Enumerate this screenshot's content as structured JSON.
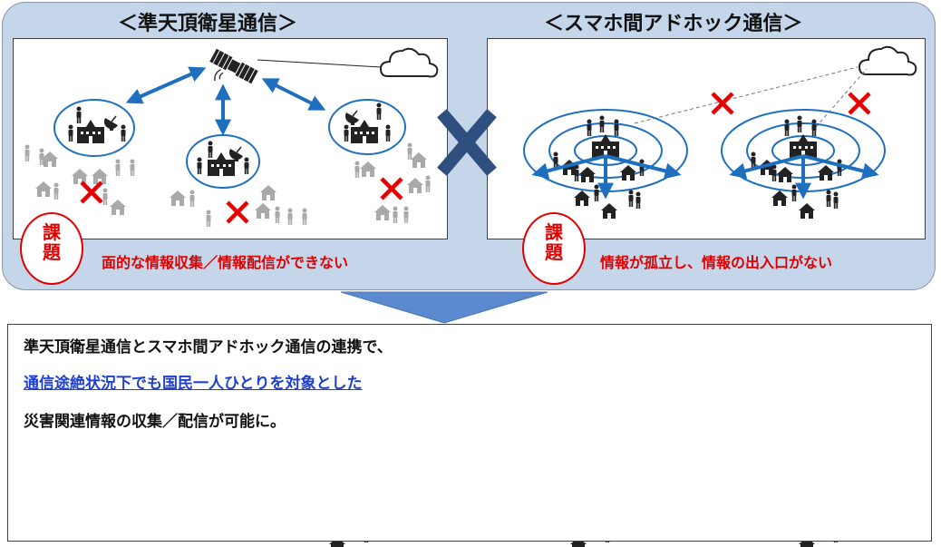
{
  "top": {
    "left_title": "＜準天頂衛星通信＞",
    "right_title": "＜スマホ間アドホック通信＞",
    "badge": "課題",
    "left_issue": "面的な情報収集／情報配信ができない",
    "right_issue": "情報が孤立し、情報の出入口がない"
  },
  "bottom": {
    "line1": "準天頂衛星通信とスマホ間アドホック通信の連携で、",
    "line2": "通信途絶状況下でも国民一人ひとりを対象とした",
    "line3": "災害関連情報の収集／配信が可能に。"
  },
  "colors": {
    "panel_bg": "#c5d6ea",
    "blue_arrow": "#1f6fbf",
    "red": "#e60000",
    "green": "#2e9e2e",
    "big_x": "#2f4f7f",
    "down_arrow": "#5b8ad0",
    "link": "#1f3fd0"
  }
}
